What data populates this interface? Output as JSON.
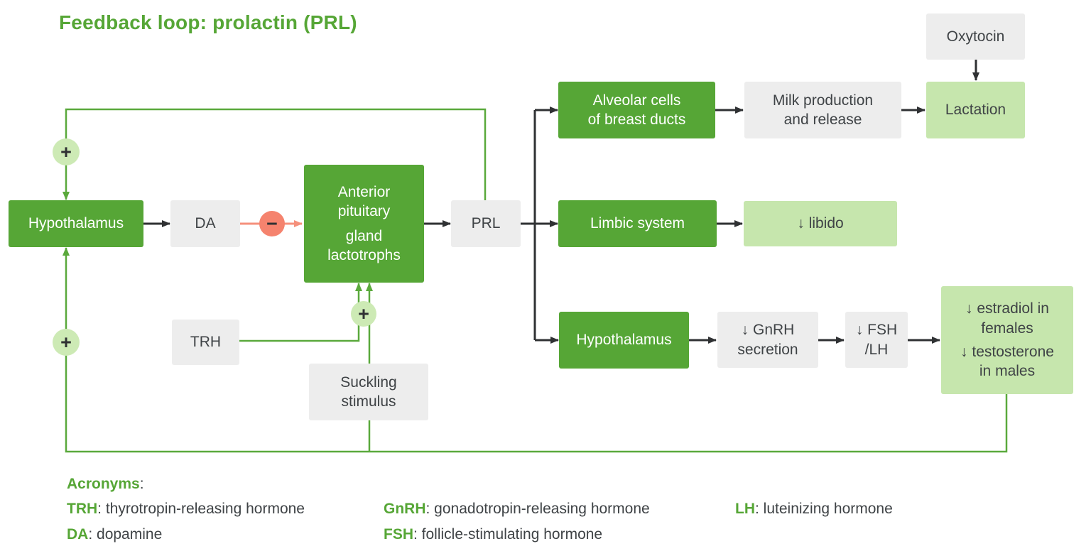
{
  "title": "Feedback loop: prolactin (PRL)",
  "signs": {
    "plus": "+",
    "minus": "−"
  },
  "nodes": {
    "hypothalamus_main": "Hypothalamus",
    "dopamine": "DA",
    "anterior_pituitary": {
      "part1": "Anterior pituitary",
      "part2": "gland lactotrophs"
    },
    "prolactin": "PRL",
    "trh": "TRH",
    "suckling_stimulus": {
      "line1": "Suckling",
      "line2": "stimulus"
    },
    "alveolar_cells": {
      "line1": "Alveolar cells",
      "line2": "of breast ducts"
    },
    "milk_production": {
      "line1": "Milk production",
      "line2": "and release"
    },
    "oxytocin": "Oxytocin",
    "lactation": "Lactation",
    "limbic_system": "Limbic system",
    "decreased_libido": "↓ libido",
    "hypothalamus_effect": "Hypothalamus",
    "decreased_gnrh": {
      "line1": "↓ GnRH",
      "line2": "secretion"
    },
    "decreased_fsh_lh": {
      "line1": "↓ FSH",
      "line2": "/LH"
    },
    "decreased_sex_hormones": {
      "part1": "↓ estradiol in females",
      "part2": "↓ testosterone in males"
    }
  },
  "legend": {
    "heading": "Acronyms",
    "colon": ":",
    "items": [
      {
        "abbr": "TRH",
        "definition": ": thyrotropin-releasing hormone"
      },
      {
        "abbr": "DA",
        "definition": ": dopamine"
      },
      {
        "abbr": "GnRH",
        "definition": ": gonadotropin-releasing hormone"
      },
      {
        "abbr": "FSH",
        "definition": ": follicle-stimulating hormone"
      },
      {
        "abbr": "LH",
        "definition": ": luteinizing hormone"
      }
    ]
  },
  "colors": {
    "green": "#56a636",
    "light_green": "#c6e6ad",
    "pale_green_circle": "#cdeab5",
    "gray": "#ededed",
    "salmon": "#f5836e",
    "salmon_line": "#f5907c",
    "line_green": "#5aa93c",
    "arrow_black": "#2f3133",
    "text_dark": "#3f4346"
  }
}
